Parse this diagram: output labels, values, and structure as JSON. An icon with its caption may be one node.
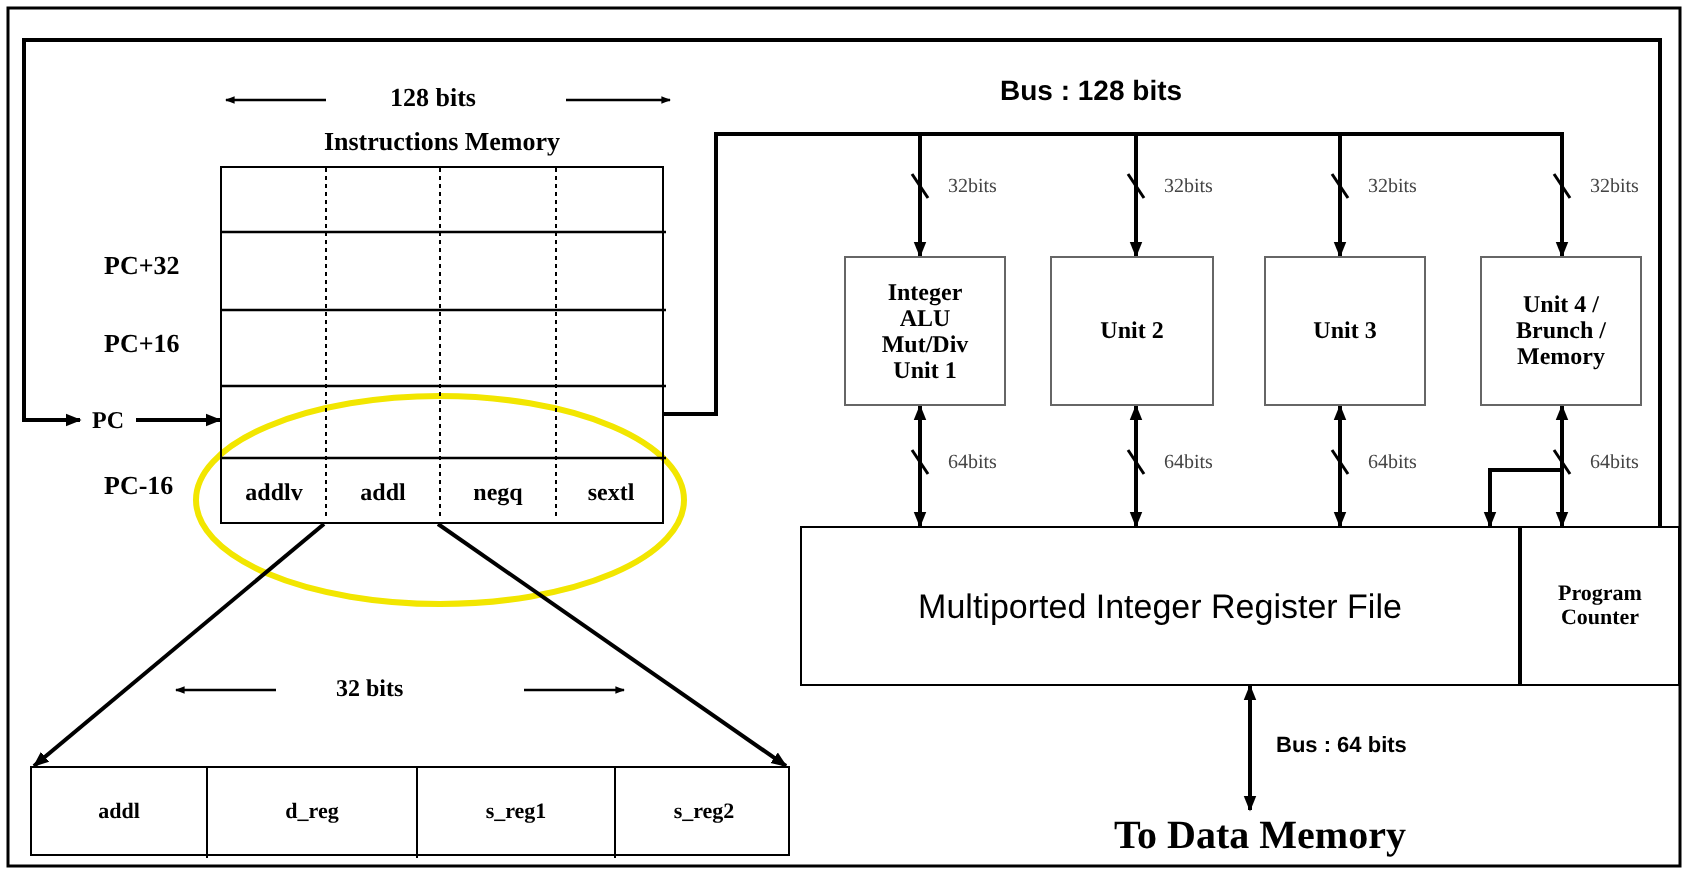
{
  "diagram": {
    "nodes": [
      {
        "text": [
          "Instructions Memory"
        ]
      },
      {
        "text": [
          "addlv"
        ],
        "in": 0
      },
      {
        "text": [
          "addl"
        ],
        "in": 0
      },
      {
        "text": [
          "negq"
        ],
        "in": 0
      },
      {
        "text": [
          "sextl"
        ],
        "in": 0
      },
      {
        "text": [
          "Integer ALU Mut/Div Unit 1"
        ]
      },
      {
        "text": [
          "Unit 2"
        ]
      },
      {
        "text": [
          "Unit 3"
        ]
      },
      {
        "text": [
          "Unit 4 / Brunch / Memory"
        ]
      },
      {
        "text": [
          "Multiported Integer Register File"
        ]
      },
      {
        "text": [
          "Program Counter"
        ]
      },
      {
        "text": [],
        "shape": "box"
      },
      {
        "text": [
          "addl"
        ],
        "in": 11
      },
      {
        "text": [
          "d_reg"
        ],
        "in": 11
      },
      {
        "text": [
          "s_reg1"
        ],
        "in": 11
      },
      {
        "text": [
          "s_reg2"
        ],
        "in": 11
      },
      {
        "text": [
          "To Data Memory"
        ]
      },
      {
        "text": [
          "PC"
        ]
      }
    ],
    "edges": [
      {
        "from": 0,
        "to": 5,
        "arrow": "to",
        "label": "32bits"
      },
      {
        "from": 0,
        "to": 6,
        "arrow": "to",
        "label": "32bits"
      },
      {
        "from": 0,
        "to": 7,
        "arrow": "to",
        "label": "32bits"
      },
      {
        "from": 0,
        "to": 8,
        "arrow": "to",
        "label": "32bits"
      },
      {
        "from": 5,
        "to": 9,
        "arrow": "both",
        "label": "64bits"
      },
      {
        "from": 6,
        "to": 9,
        "arrow": "both",
        "label": "64bits"
      },
      {
        "from": 7,
        "to": 9,
        "arrow": "both",
        "label": "64bits"
      },
      {
        "from": 8,
        "to": 10,
        "arrow": "both",
        "label": "64bits"
      },
      {
        "from": 8,
        "to": 9,
        "arrow": "to"
      },
      {
        "from": 9,
        "to": 16,
        "arrow": "both",
        "label": "Bus : 64 bits"
      },
      {
        "from": 10,
        "to": 17,
        "arrow": "to"
      },
      {
        "from": 17,
        "to": 0,
        "arrow": "to"
      },
      {
        "from": 2,
        "to": 11,
        "arrow": "to"
      },
      {
        "from": 2,
        "to": 11,
        "arrow": "to"
      }
    ],
    "labels": [
      "128 bits",
      "PC+32",
      "PC+16",
      "PC-16",
      "Bus : 128 bits",
      "32 bits"
    ]
  }
}
